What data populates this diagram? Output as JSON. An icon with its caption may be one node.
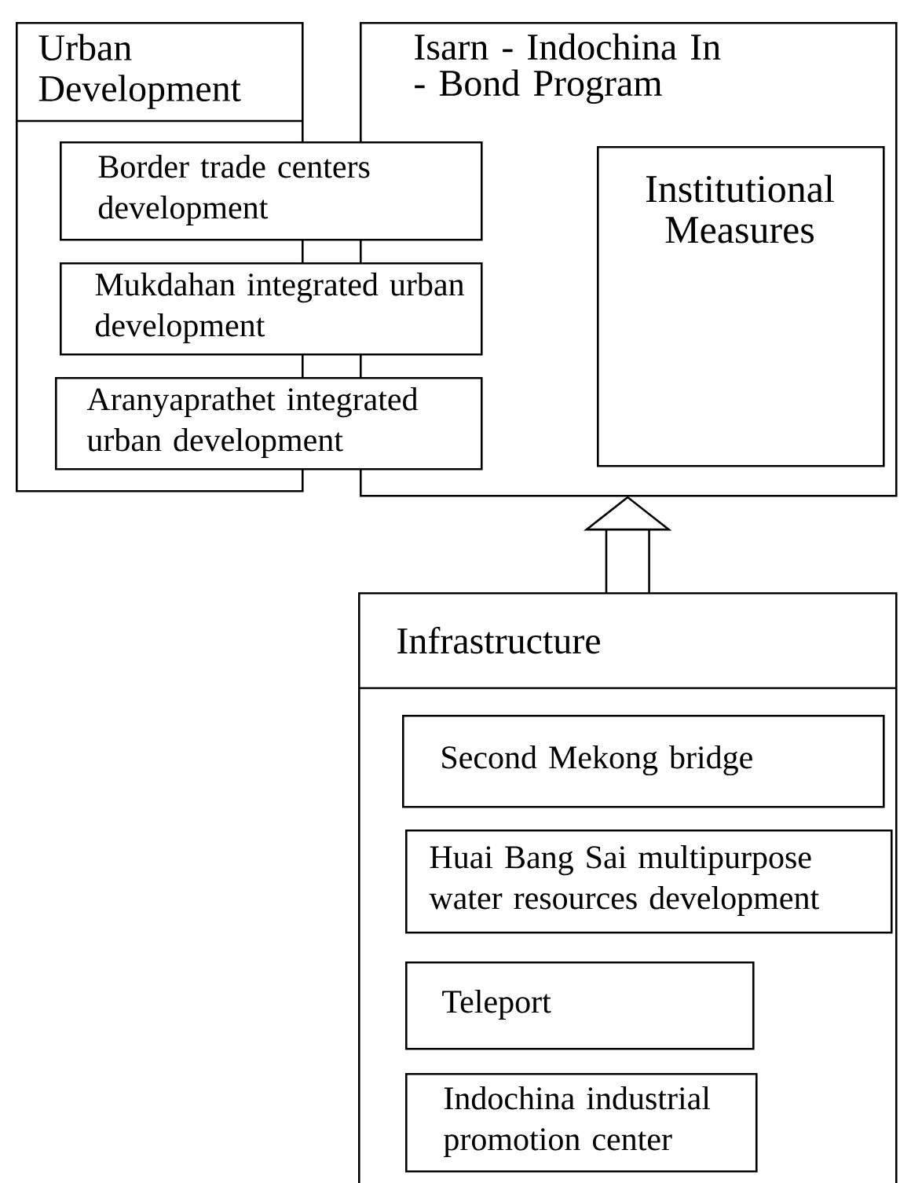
{
  "diagram": {
    "nodes": [
      {
        "text": [
          "Urban Development"
        ]
      },
      {
        "text": [
          "Isarn - Indochina In - Bond Program"
        ]
      },
      {
        "text": [
          "Border trade centers development"
        ]
      },
      {
        "text": [
          "Mukdahan integrated urban development"
        ]
      },
      {
        "text": [
          "Aranyaprathet integrated urban development"
        ]
      },
      {
        "text": [
          "Institutional Measures"
        ],
        "in": 1
      },
      {
        "text": [
          "Infrastructure"
        ]
      },
      {
        "text": [
          "Second Mekong bridge"
        ],
        "in": 6
      },
      {
        "text": [
          "Huai Bang Sai multipurpose water resources development"
        ],
        "in": 6
      },
      {
        "text": [
          "Teleport"
        ],
        "in": 6
      },
      {
        "text": [
          "Indochina industrial promotion center"
        ],
        "in": 6
      }
    ],
    "edges": [
      {
        "from": 6,
        "to": 1,
        "arrow": "to"
      }
    ]
  }
}
